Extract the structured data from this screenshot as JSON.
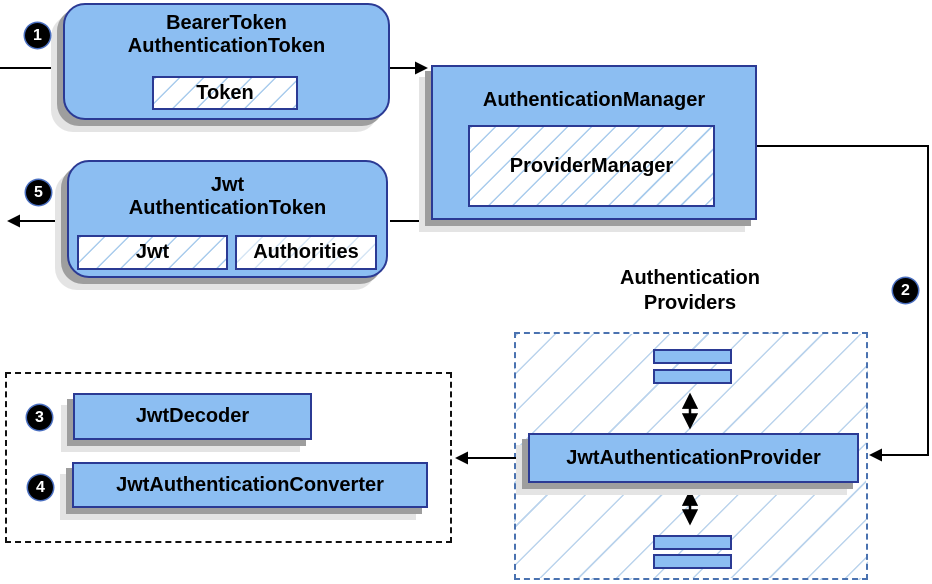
{
  "colors": {
    "node_fill": "#8CBEF2",
    "node_border": "#2B3A94",
    "hatch": "#A8CBEC",
    "hatch_light": "#D5E5F4",
    "providers_hatch": "#BAD3EC",
    "providers_border": "#4A72B0",
    "converters_border": "#111111",
    "arrow": "#000000",
    "shadow_dark": "#9E9E9E",
    "shadow_light": "#E4E4E4",
    "step_bg": "#000000",
    "step_fg": "#FFFFFF"
  },
  "steps": [
    {
      "label": "1"
    },
    {
      "label": "2"
    },
    {
      "label": "3"
    },
    {
      "label": "4"
    },
    {
      "label": "5"
    }
  ],
  "nodes": {
    "bearer_token": {
      "line1": "BearerToken",
      "line2": "AuthenticationToken",
      "field": "Token"
    },
    "authentication_manager": {
      "title": "AuthenticationManager",
      "field": "ProviderManager"
    },
    "jwt_authentication_token": {
      "line1": "Jwt",
      "line2": "AuthenticationToken",
      "field_jwt": "Jwt",
      "field_authorities": "Authorities"
    },
    "authentication_providers": {
      "line1": "Authentication",
      "line2": "Providers"
    },
    "jwt_authentication_provider": {
      "label": "JwtAuthenticationProvider"
    },
    "jwt_decoder": {
      "label": "JwtDecoder"
    },
    "jwt_authentication_converter": {
      "label": "JwtAuthenticationConverter"
    }
  }
}
